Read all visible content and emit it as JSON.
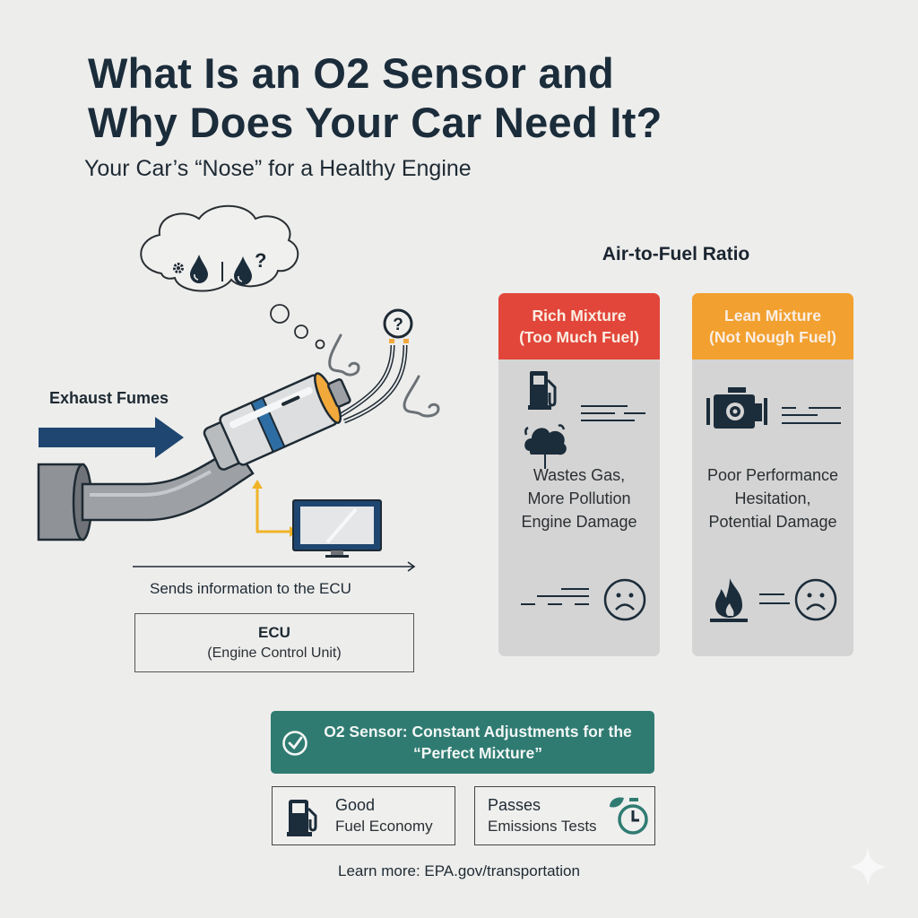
{
  "header": {
    "title_line1": "What Is an O2 Sensor and",
    "title_line2": "Why Does Your Car Need It?",
    "subtitle": "Your Car’s “Nose” for a Healthy Engine"
  },
  "diagram": {
    "thought_bubble_icons": [
      "gear-icon",
      "fuel-drop-icon",
      "divider",
      "fuel-drop-icon",
      "question-mark"
    ],
    "sensor_question": "?",
    "exhaust_label": "Exhaust Fumes",
    "sends_label": "Sends information to the ECU",
    "ecu": {
      "title": "ECU",
      "subtitle": "(Engine Control Unit)"
    },
    "colors": {
      "exhaust_arrow": "#1e4670",
      "signal_arrow": "#f0b429",
      "sensor_band": "#2e6da4",
      "sensor_tip": "#f2a93b"
    }
  },
  "ratio": {
    "title": "Air-to-Fuel Ratio",
    "cards": [
      {
        "head_line1": "Rich Mixture",
        "head_line2": "(Too Much Fuel)",
        "color": "#e2463a",
        "icons": [
          "fuel-pump-icon",
          "smoke-cloud-icon",
          "sad-face-icon"
        ],
        "desc_line1": "Wastes Gas,",
        "desc_line2": "More Pollution",
        "desc_line3": "Engine Damage"
      },
      {
        "head_line1": "Lean Mixture",
        "head_line2": "(Not Nough Fuel)",
        "color": "#f2a02f",
        "icons": [
          "engine-icon",
          "flame-icon",
          "sad-face-icon"
        ],
        "desc_line1": "Poor Performance",
        "desc_line2": "Hesitation,",
        "desc_line3": "Potential Damage"
      }
    ]
  },
  "banner": {
    "line1": "O2 Sensor: Constant Adjustments for the",
    "line2": "“Perfect Mixture”",
    "color": "#2f7b72"
  },
  "benefits": [
    {
      "line1": "Good",
      "line2": "Fuel Economy",
      "icon": "fuel-pump-icon"
    },
    {
      "line1": "Passes",
      "line2": "Emissions Tests",
      "icon": "eco-stopwatch-icon"
    }
  ],
  "footer": {
    "text": "Learn more: EPA.gov/transportation"
  }
}
